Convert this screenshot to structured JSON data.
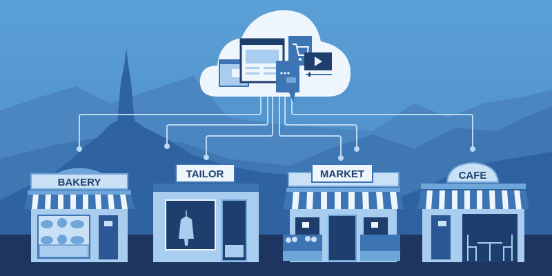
{
  "colors": {
    "sky": "#5a9fd4",
    "far_mountains": "#4b88c4",
    "hills": "#2f62a0",
    "ground": "#1d3560",
    "storefront": "#a9cdee",
    "accent_dark": "#1e3f6e",
    "cloud": "#eef5fc"
  },
  "cloud": {
    "icons": [
      "browser-window-icon",
      "web-page-icon",
      "shopping-cart-icon",
      "chat-bubble-icon",
      "video-player-icon"
    ]
  },
  "stores": [
    {
      "sign": "BAKERY",
      "icon": "bread-icon"
    },
    {
      "sign": "TAILOR",
      "icon": "coat-on-hanger-icon"
    },
    {
      "sign": "MARKET",
      "icon": "produce-crate-icon"
    },
    {
      "sign": "CAFE",
      "icon": "cafe-table-icon"
    }
  ]
}
